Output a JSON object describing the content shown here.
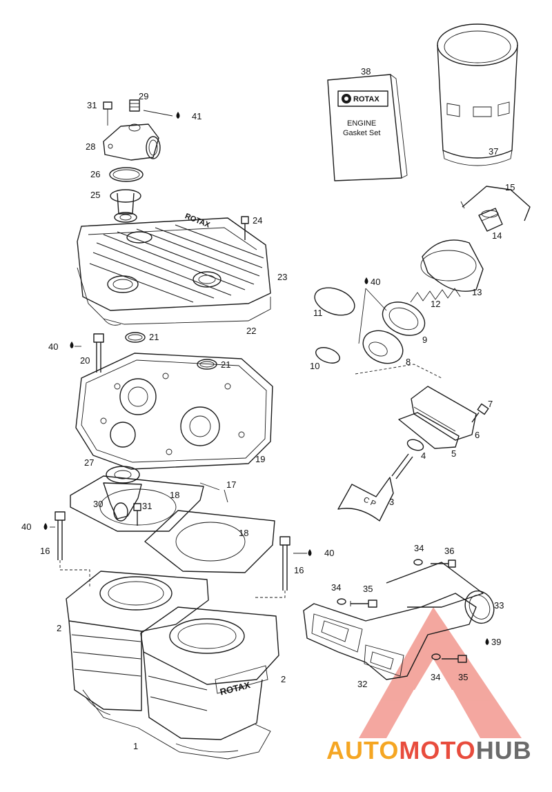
{
  "callouts": [
    {
      "id": "c1",
      "text": "1"
    },
    {
      "id": "c2a",
      "text": "2"
    },
    {
      "id": "c2b",
      "text": "2"
    },
    {
      "id": "c3",
      "text": "3"
    },
    {
      "id": "c4",
      "text": "4"
    },
    {
      "id": "c5",
      "text": "5"
    },
    {
      "id": "c6",
      "text": "6"
    },
    {
      "id": "c7",
      "text": "7"
    },
    {
      "id": "c8",
      "text": "8"
    },
    {
      "id": "c9",
      "text": "9"
    },
    {
      "id": "c10",
      "text": "10"
    },
    {
      "id": "c11",
      "text": "11"
    },
    {
      "id": "c12",
      "text": "12"
    },
    {
      "id": "c13",
      "text": "13"
    },
    {
      "id": "c14",
      "text": "14"
    },
    {
      "id": "c15",
      "text": "15"
    },
    {
      "id": "c16a",
      "text": "16"
    },
    {
      "id": "c16b",
      "text": "16"
    },
    {
      "id": "c17",
      "text": "17"
    },
    {
      "id": "c18a",
      "text": "18"
    },
    {
      "id": "c18b",
      "text": "18"
    },
    {
      "id": "c19",
      "text": "19"
    },
    {
      "id": "c20",
      "text": "20"
    },
    {
      "id": "c21a",
      "text": "21"
    },
    {
      "id": "c21b",
      "text": "21"
    },
    {
      "id": "c22",
      "text": "22"
    },
    {
      "id": "c23",
      "text": "23"
    },
    {
      "id": "c24",
      "text": "24"
    },
    {
      "id": "c25",
      "text": "25"
    },
    {
      "id": "c26",
      "text": "26"
    },
    {
      "id": "c27",
      "text": "27"
    },
    {
      "id": "c28",
      "text": "28"
    },
    {
      "id": "c29",
      "text": "29"
    },
    {
      "id": "c30",
      "text": "30"
    },
    {
      "id": "c31a",
      "text": "31"
    },
    {
      "id": "c31b",
      "text": "31"
    },
    {
      "id": "c32",
      "text": "32"
    },
    {
      "id": "c33",
      "text": "33"
    },
    {
      "id": "c34a",
      "text": "34"
    },
    {
      "id": "c34b",
      "text": "34"
    },
    {
      "id": "c34c",
      "text": "34"
    },
    {
      "id": "c35a",
      "text": "35"
    },
    {
      "id": "c35b",
      "text": "35"
    },
    {
      "id": "c36",
      "text": "36"
    },
    {
      "id": "c37",
      "text": "37"
    },
    {
      "id": "c38",
      "text": "38"
    },
    {
      "id": "c39",
      "text": "39"
    },
    {
      "id": "c40a",
      "text": "40"
    },
    {
      "id": "c40b",
      "text": "40"
    },
    {
      "id": "c40c",
      "text": "40"
    },
    {
      "id": "c40d",
      "text": "40"
    },
    {
      "id": "c41",
      "text": "41"
    }
  ],
  "gasket_box": {
    "brand": "ROTAX",
    "line1": "ENGINE",
    "line2": "Gasket Set"
  },
  "cylinder_brand": "ROTAX",
  "head_cover_brand": "ROTAX",
  "valve_mark": "C P",
  "watermark": {
    "part1": "AUTO",
    "part2": "MOTO",
    "part3": "HUB",
    "color_orange": "#f5a623",
    "color_red": "#e84c3d",
    "color_gray": "#6b6b6b"
  },
  "colors": {
    "line": "#1a1a1a",
    "triangle": "#f08a80"
  }
}
